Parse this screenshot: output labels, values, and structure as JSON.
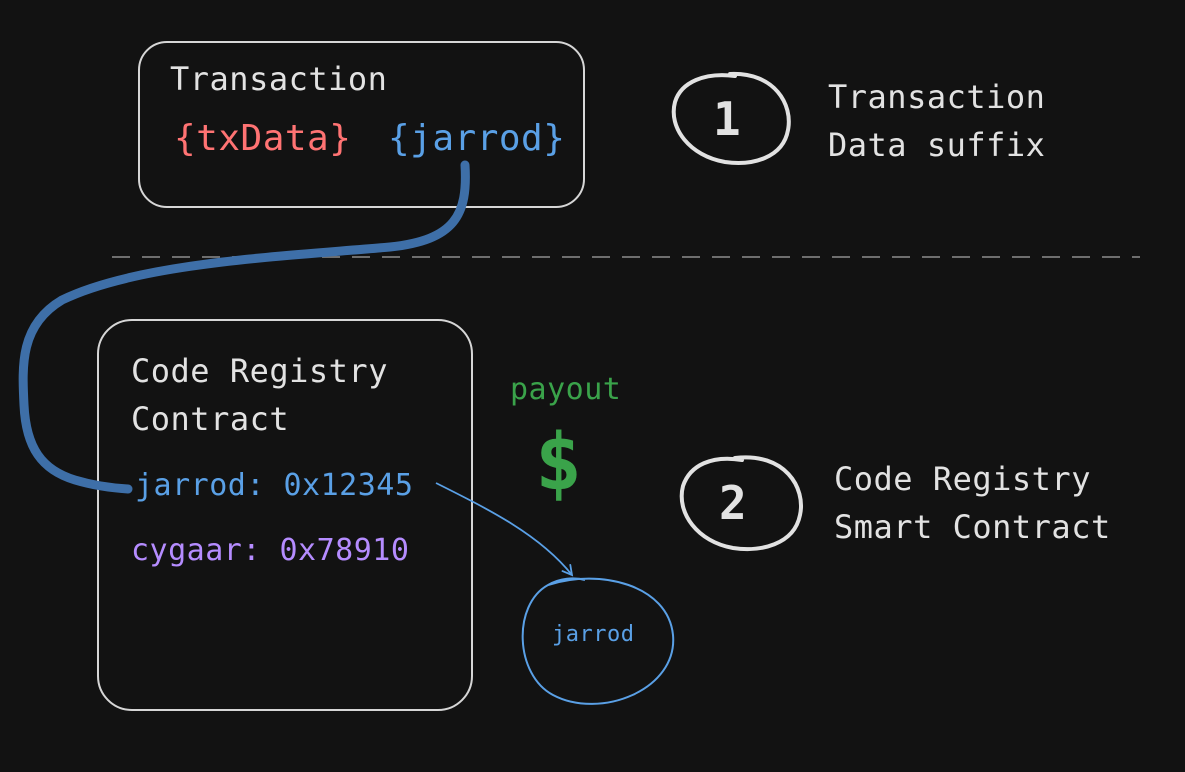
{
  "colors": {
    "background": "#121212",
    "stroke": "#d6d6d6",
    "txdata": "#ff7373",
    "jarrod": "#5aa0e6",
    "cygaar": "#b58cff",
    "payout": "#3aa34a",
    "connector": "#3e6fa8",
    "divider": "#6e6e6e"
  },
  "transaction_box": {
    "title": "Transaction",
    "tx_data": "{txData}",
    "jarrod_tag": "{jarrod}"
  },
  "step1": {
    "number": "1",
    "label_line1": "Transaction",
    "label_line2": "Data suffix"
  },
  "registry_box": {
    "title_line1": "Code Registry",
    "title_line2": "Contract",
    "entry_jarrod": "jarrod: 0x12345",
    "entry_cygaar": "cygaar: 0x78910"
  },
  "payout": {
    "label": "payout",
    "symbol": "$"
  },
  "recipient": {
    "label": "jarrod"
  },
  "step2": {
    "number": "2",
    "label_line1": "Code Registry",
    "label_line2": "Smart Contract"
  }
}
